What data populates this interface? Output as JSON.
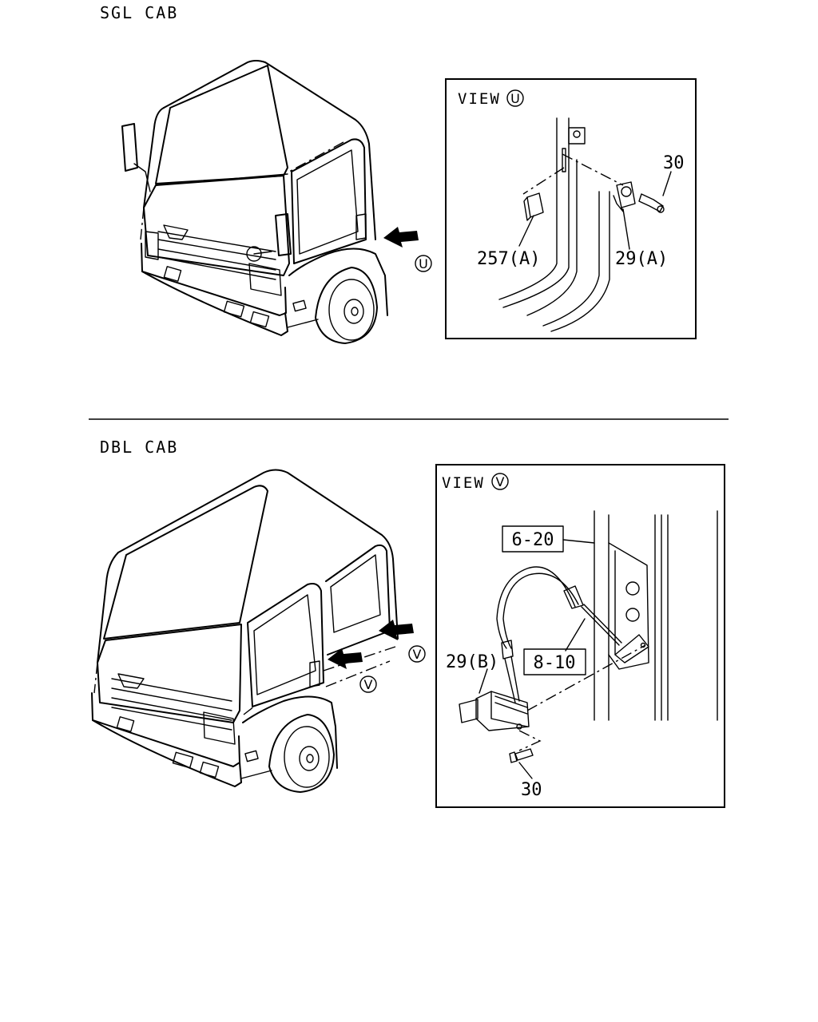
{
  "sgl": {
    "title": "SGL CAB",
    "arrow_mark": "U",
    "view": {
      "prefix": "VIEW",
      "mark": "U"
    },
    "parts": {
      "p30": "30",
      "p257a": "257(A)",
      "p29a": "29(A)"
    }
  },
  "dbl": {
    "title": "DBL CAB",
    "arrow_mark_1": "V",
    "arrow_mark_2": "V",
    "view": {
      "prefix": "VIEW",
      "mark": "V"
    },
    "parts": {
      "p620": "6-20",
      "p810": "8-10",
      "p29b": "29(B)",
      "p30": "30"
    }
  }
}
